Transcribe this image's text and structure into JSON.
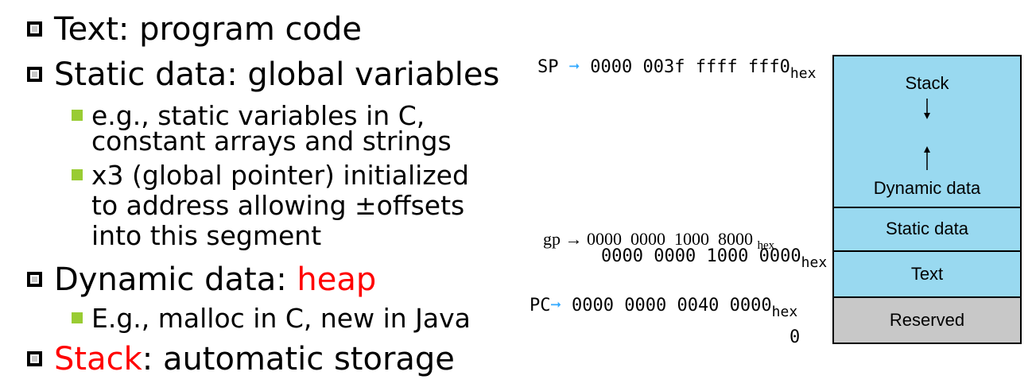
{
  "bullets": {
    "text": "Text: program code",
    "static": "Static data: global variables",
    "static_sub1_a": "e.g., static variables in C,",
    "static_sub1_b": "constant arrays and strings",
    "static_sub2_a": "x3 (global pointer) initialized",
    "static_sub2_b": "to address allowing ±offsets",
    "static_sub2_c": "into this segment",
    "dynamic_prefix": "Dynamic data: ",
    "dynamic_highlight": "heap",
    "dynamic_sub": "E.g., malloc in C, new in Java",
    "stack_highlight": "Stack",
    "stack_suffix": ": automatic storage"
  },
  "diagram": {
    "sp": {
      "label": "SP",
      "value": "0000 003f ffff fff0",
      "suffix": "hex"
    },
    "gp": {
      "label": "gp",
      "value": "0000  0000  1000  8000",
      "suffix": "hex"
    },
    "text_start": {
      "value": "0000 0000 1000 0000",
      "suffix": "hex"
    },
    "pc": {
      "label": "PC",
      "value": "0000 0000 0040 0000",
      "suffix": "hex"
    },
    "zero": "0",
    "segments": {
      "stack": "Stack",
      "dynamic": "Dynamic data",
      "static": "Static data",
      "text": "Text",
      "reserved": "Reserved"
    },
    "colors": {
      "segment": "#99d9f0",
      "reserved": "#c8c8c8",
      "pointer_arrow": "#33aaff"
    }
  }
}
